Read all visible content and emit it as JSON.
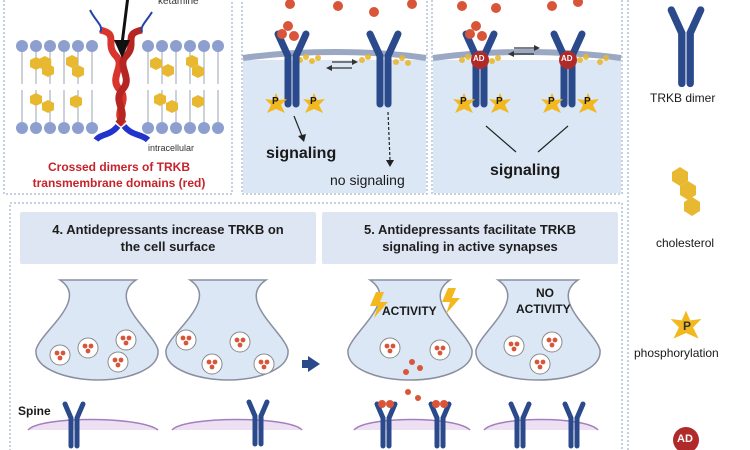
{
  "top": {
    "panel1": {
      "ketamine_label": "ketamine",
      "intracellular_label": "intracellular",
      "caption_line1": "Crossed dimers of TRKB",
      "caption_line2": "transmembrane domains (red)"
    },
    "panel2": {
      "signaling_label": "signaling",
      "no_signaling_label": "no signaling",
      "p_label": "P"
    },
    "panel3": {
      "signaling_label": "signaling",
      "ad_label": "AD"
    }
  },
  "bottom": {
    "header4_line1": "4. Antidepressants increase TRKB on",
    "header4_line2": "the cell surface",
    "header5_line1": "5. Antidepressants facilitate TRKB",
    "header5_line2": "signaling in active synapses",
    "spine_label": "Spine",
    "activity_label": "ACTIVITY",
    "no_activity_line1": "NO",
    "no_activity_line2": "ACTIVITY"
  },
  "legend": {
    "trkb_dimer": "TRKB dimer",
    "cholesterol": "cholesterol",
    "phosphorylation": "phosphorylation",
    "p_label": "P",
    "ad_label": "AD"
  },
  "colors": {
    "receptor_blue": "#2b4a8c",
    "cholesterol_yellow": "#e8b930",
    "phospho_gold": "#f2b81e",
    "ad_red": "#b02a2a",
    "bdnf_orange": "#d9553a",
    "panel_bg": "#dbe7f5",
    "membrane_pink": "#c9b3d8"
  }
}
